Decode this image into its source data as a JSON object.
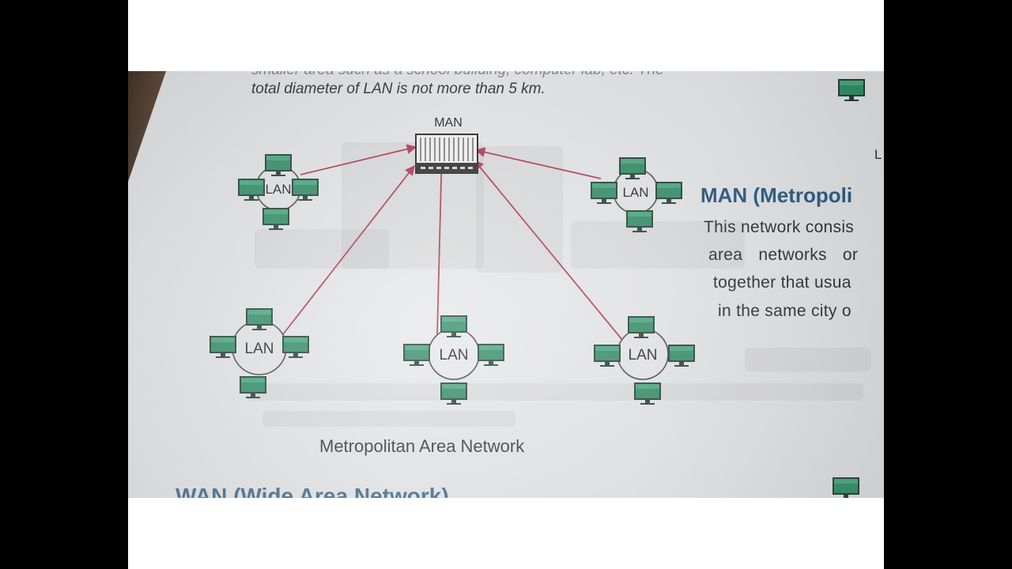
{
  "page": {
    "intro_cut": "smaller area such as a school building, computer lab, etc. The",
    "intro_line": "total diameter of LAN is not more than 5 km.",
    "man_heading": "MAN (Metropoli",
    "man_paragraph": [
      "This network consis",
      "area networks or",
      "together that usua",
      "in the same city o"
    ],
    "side_letter": "L",
    "caption": "Metropolitan Area Network",
    "wan_heading": "WAN (Wide Area Network)"
  },
  "diagram": {
    "hub_label": "MAN",
    "lan_label": "LAN",
    "lan_count": 5,
    "link_color": "#b0344f",
    "monitor_color": "#2e8a62"
  }
}
